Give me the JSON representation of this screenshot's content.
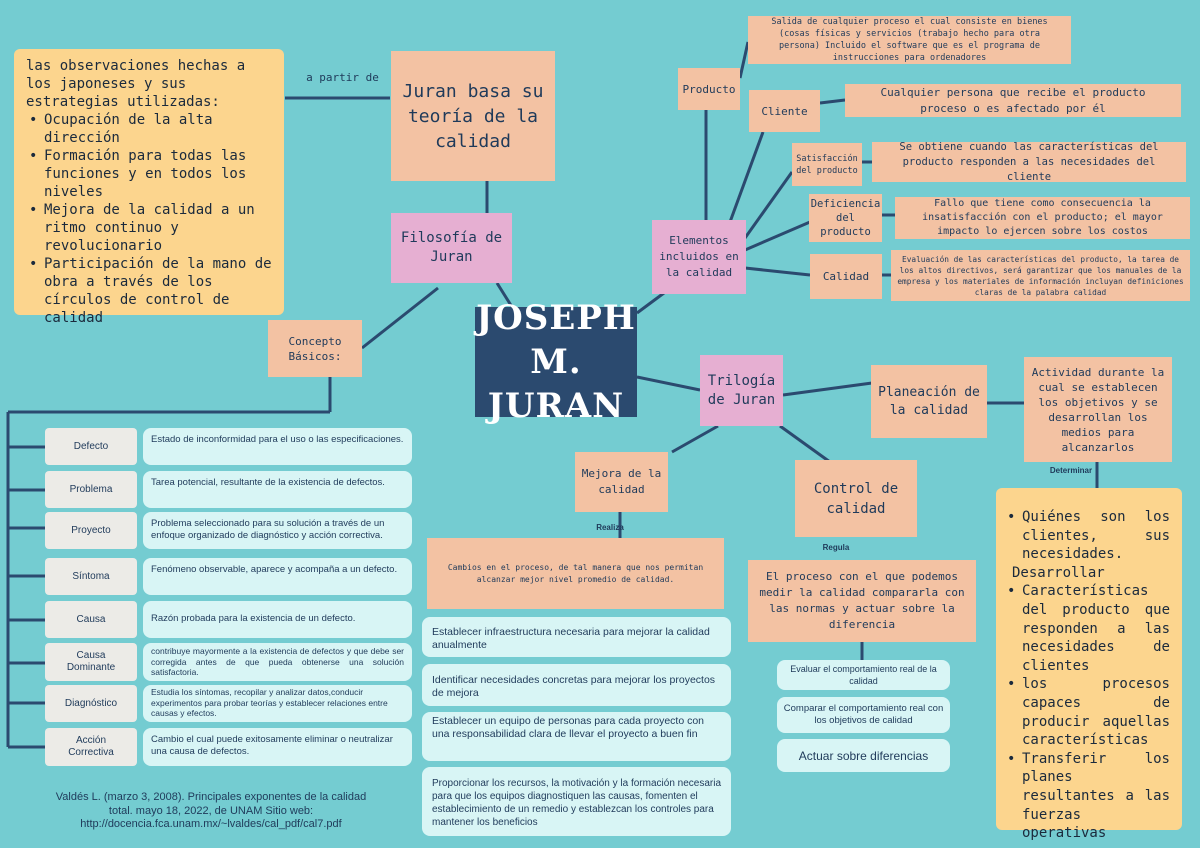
{
  "title": {
    "line1": "JOSEPH",
    "line2": "M. JURAN"
  },
  "teoria": {
    "label": "Juran basa su teoría de la calidad",
    "connector": "a partir de"
  },
  "observaciones": {
    "intro": "las observaciones hechas a los japoneses y sus estrategias utilizadas:",
    "items": [
      "Ocupación de la alta dirección",
      "Formación para todas las funciones y en todos los niveles",
      "Mejora de la calidad a un ritmo continuo y revolucionario",
      "Participación de la mano de obra a través de los círculos de control de calidad"
    ]
  },
  "filosofia": "Filosofía de Juran",
  "conceptos": {
    "label": "Concepto Básicos:",
    "items": [
      {
        "term": "Defecto",
        "def": "Estado de inconformidad para el uso o las especificaciones."
      },
      {
        "term": "Problema",
        "def": "Tarea potencial, resultante de la existencia de defectos."
      },
      {
        "term": "Proyecto",
        "def": "Problema seleccionado para su solución a través de un enfoque organizado de diagnóstico y acción correctiva."
      },
      {
        "term": "Síntoma",
        "def": "Fenómeno observable, aparece y acompaña a un defecto."
      },
      {
        "term": "Causa",
        "def": "Razón probada para la existencia de un defecto."
      },
      {
        "term": "Causa Dominante",
        "def": "contribuye mayormente a la existencia de defectos y que debe ser corregida antes de que pueda obtenerse una solución satisfactoria."
      },
      {
        "term": "Diagnóstico",
        "def": "Estudia los síntomas, recopilar y analizar datos,conducir experimentos para probar teorías y establecer relaciones entre causas y efectos."
      },
      {
        "term": "Acción Correctiva",
        "def": "Cambio el cual puede exitosamente eliminar o neutralizar una causa de defectos."
      }
    ]
  },
  "elementos": {
    "label": "Elementos incluidos en la calidad",
    "producto": {
      "label": "Producto",
      "def": "Salida de cualquier proceso el cual consiste en bienes (cosas físicas y servicios (trabajo hecho para otra persona) Incluido el software que es el programa de instrucciones para ordenadores"
    },
    "cliente": {
      "label": "Cliente",
      "def": "Cualquier persona que recibe el producto proceso o es afectado por él"
    },
    "satisfaccion": {
      "label": "Satisfacción del producto",
      "def": "Se obtiene cuando las características del producto responden a las necesidades del cliente"
    },
    "deficiencia": {
      "label": "Deficiencia del producto",
      "def": "Fallo que tiene como consecuencia la insatisfacción con el producto; el mayor impacto lo ejercen sobre los costos"
    },
    "calidad": {
      "label": "Calidad",
      "def": "Evaluación de las características del producto, la tarea de los altos directivos, será garantizar que los manuales de la empresa y los materiales de información incluyan definiciones claras de la palabra calidad"
    }
  },
  "trilogia": {
    "label": "Trilogía de Juran",
    "planeacion": {
      "label": "Planeación de la calidad",
      "def": "Actividad durante la cual se establecen los objetivos y se desarrollan los medios para alcanzarlos",
      "connector": "Determinar",
      "items": [
        "Quiénes son los clientes, sus necesidades.",
        "Características del producto que responden a las necesidades de clientes",
        "los procesos capaces de producir aquellas características",
        "Transferir los planes resultantes a las fuerzas operativas"
      ],
      "extra": "Desarrollar"
    },
    "mejora": {
      "label": "Mejora de la calidad",
      "connector": "Realiza",
      "def": "Cambios en el proceso, de tal manera que nos permitan alcanzar mejor nivel promedio de calidad.",
      "steps": [
        "Establecer infraestructura necesaria para mejorar la calidad anualmente",
        "Identificar necesidades concretas para mejorar los proyectos de mejora",
        "Establecer un equipo de personas para cada proyecto con una responsabilidad clara de llevar el proyecto a buen fin",
        "Proporcionar los recursos, la motivación y la formación necesaria para que los equipos diagnostiquen las causas, fomenten el establecimiento de un remedio y establezcan los controles para mantener los beneficios"
      ]
    },
    "control": {
      "label": "Control de calidad",
      "connector": "Regula",
      "def": "El proceso con el que podemos medir la calidad compararla con las normas y actuar sobre la diferencia",
      "steps": [
        "Evaluar el comportamiento real de la calidad",
        "Comparar el comportamiento real con los objetivos de calidad",
        "Actuar sobre diferencias"
      ]
    }
  },
  "reference": "Valdés L. (marzo 3, 2008). Principales exponentes de la calidad total. mayo 18, 2022, de UNAM Sitio web: http://docencia.fca.unam.mx/~lvaldes/cal_pdf/cal7.pdf",
  "colors": {
    "background": "#74ccd1",
    "peach": "#f3c2a3",
    "pink": "#e6afd2",
    "gold": "#fcd58e",
    "pale": "#d8f5f5",
    "navy": "#2b4a6f",
    "line": "#2b4a6f"
  }
}
